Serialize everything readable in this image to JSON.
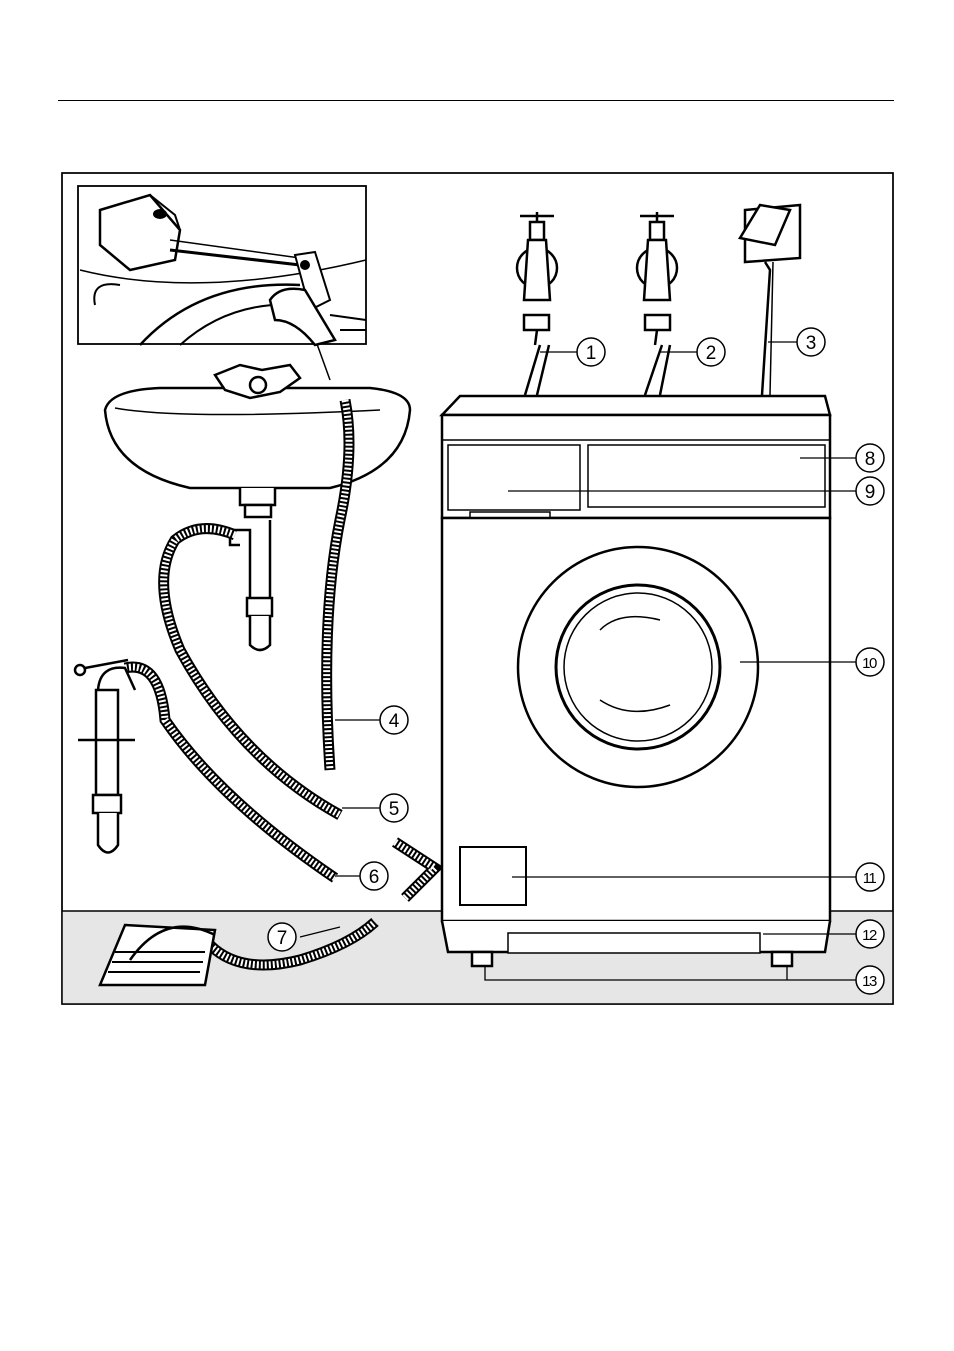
{
  "callouts": [
    {
      "id": "1",
      "label": "1"
    },
    {
      "id": "2",
      "label": "2"
    },
    {
      "id": "3",
      "label": "3"
    },
    {
      "id": "4",
      "label": "4"
    },
    {
      "id": "5",
      "label": "5"
    },
    {
      "id": "6",
      "label": "6"
    },
    {
      "id": "7",
      "label": "7"
    },
    {
      "id": "8",
      "label": "8"
    },
    {
      "id": "9",
      "label": "9"
    },
    {
      "id": "10",
      "label": "10"
    },
    {
      "id": "11",
      "label": "11"
    },
    {
      "id": "12",
      "label": "12"
    },
    {
      "id": "13",
      "label": "13"
    }
  ],
  "colors": {
    "line": "#000000",
    "floor": "#e6e6e6",
    "background": "#ffffff"
  }
}
